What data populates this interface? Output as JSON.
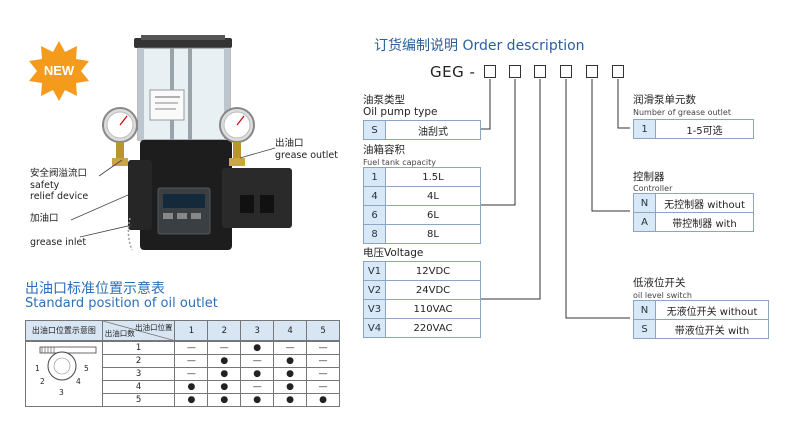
{
  "badge": {
    "text": "NEW",
    "color": "#f59b1c"
  },
  "product_callouts": {
    "safety_cn": "安全阀溢流口",
    "safety_en1": "safety",
    "safety_en2": "relief device",
    "fill_cn": "加油口",
    "fill_en": "grease inlet",
    "outlet_cn": "出油口",
    "outlet_en": "grease outlet"
  },
  "order": {
    "title": "订货编制说明 Order description",
    "prefix": "GEG -",
    "pump_type": {
      "label_cn": "油泵类型",
      "label_en": "Oil pump type",
      "options": [
        {
          "code": "S",
          "desc": "油刮式"
        }
      ]
    },
    "tank": {
      "label_cn": "油箱容积",
      "label_en": "Fuel tank capacity",
      "options": [
        {
          "code": "1",
          "desc": "1.5L"
        },
        {
          "code": "4",
          "desc": "4L"
        },
        {
          "code": "6",
          "desc": "6L"
        },
        {
          "code": "8",
          "desc": "8L"
        }
      ]
    },
    "voltage": {
      "label": "电压Voltage",
      "options": [
        {
          "code": "V1",
          "desc": "12VDC"
        },
        {
          "code": "V2",
          "desc": "24VDC"
        },
        {
          "code": "V3",
          "desc": "110VAC"
        },
        {
          "code": "V4",
          "desc": "220VAC"
        }
      ]
    },
    "units": {
      "label_cn": "润滑泵单元数",
      "label_en": "Number of grease outlet",
      "options": [
        {
          "code": "1",
          "desc": "1-5可选"
        }
      ]
    },
    "controller": {
      "label_cn": "控制器",
      "label_en": "Controller",
      "options": [
        {
          "code": "N",
          "desc": "无控制器 without"
        },
        {
          "code": "A",
          "desc": "带控制器 with"
        }
      ]
    },
    "level_switch": {
      "label_cn": "低液位开关",
      "label_en": "oil level switch",
      "options": [
        {
          "code": "N",
          "desc": "无液位开关 without"
        },
        {
          "code": "S",
          "desc": "带液位开关  with"
        }
      ]
    }
  },
  "standard": {
    "title_cn": "出油口标准位置示意表",
    "title_en": "Standard position of oil outlet",
    "diagram_header": "出油口位置示意图",
    "pos_header": "出油口位置",
    "count_header": "出油口数",
    "positions": [
      "1",
      "2",
      "3",
      "4",
      "5"
    ],
    "diagram_labels": [
      "1",
      "2",
      "3",
      "4",
      "5"
    ],
    "rows": [
      {
        "count": "1",
        "marks": [
          "—",
          "—",
          "●",
          "—",
          "—"
        ]
      },
      {
        "count": "2",
        "marks": [
          "—",
          "●",
          "—",
          "●",
          "—"
        ]
      },
      {
        "count": "3",
        "marks": [
          "—",
          "●",
          "●",
          "●",
          "—"
        ]
      },
      {
        "count": "4",
        "marks": [
          "●",
          "●",
          "—",
          "●",
          "—"
        ]
      },
      {
        "count": "5",
        "marks": [
          "●",
          "●",
          "●",
          "●",
          "●"
        ]
      }
    ]
  }
}
